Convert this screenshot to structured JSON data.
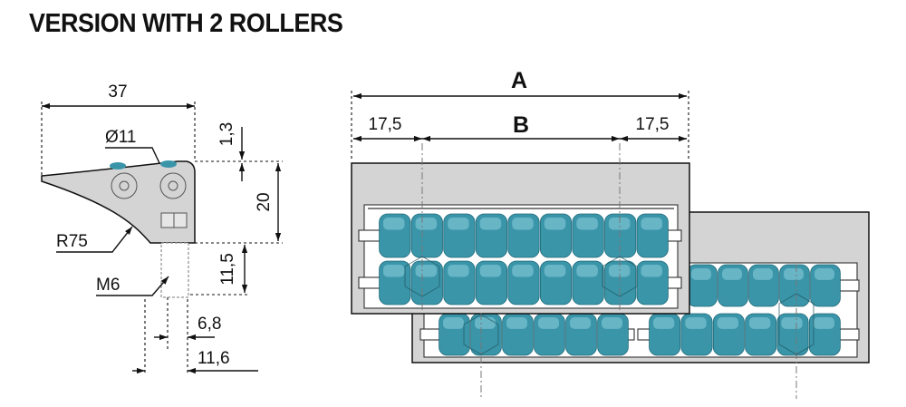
{
  "title": "VERSION WITH 2 ROLLERS",
  "side_view": {
    "width_label": "37",
    "top_offset_label": "1,3",
    "diameter_label": "Ø11",
    "height_label": "20",
    "radius_label": "R75",
    "lower_label": "11,5",
    "thread_label": "M6",
    "dim_6_8": "6,8",
    "dim_11_6": "11,6"
  },
  "front_view": {
    "overall_label": "A",
    "left_margin_label": "17,5",
    "span_label": "B",
    "right_margin_label": "17,5"
  },
  "colors": {
    "roller": "#3a95a9",
    "body": "#d4d4d4",
    "line": "#111111"
  }
}
